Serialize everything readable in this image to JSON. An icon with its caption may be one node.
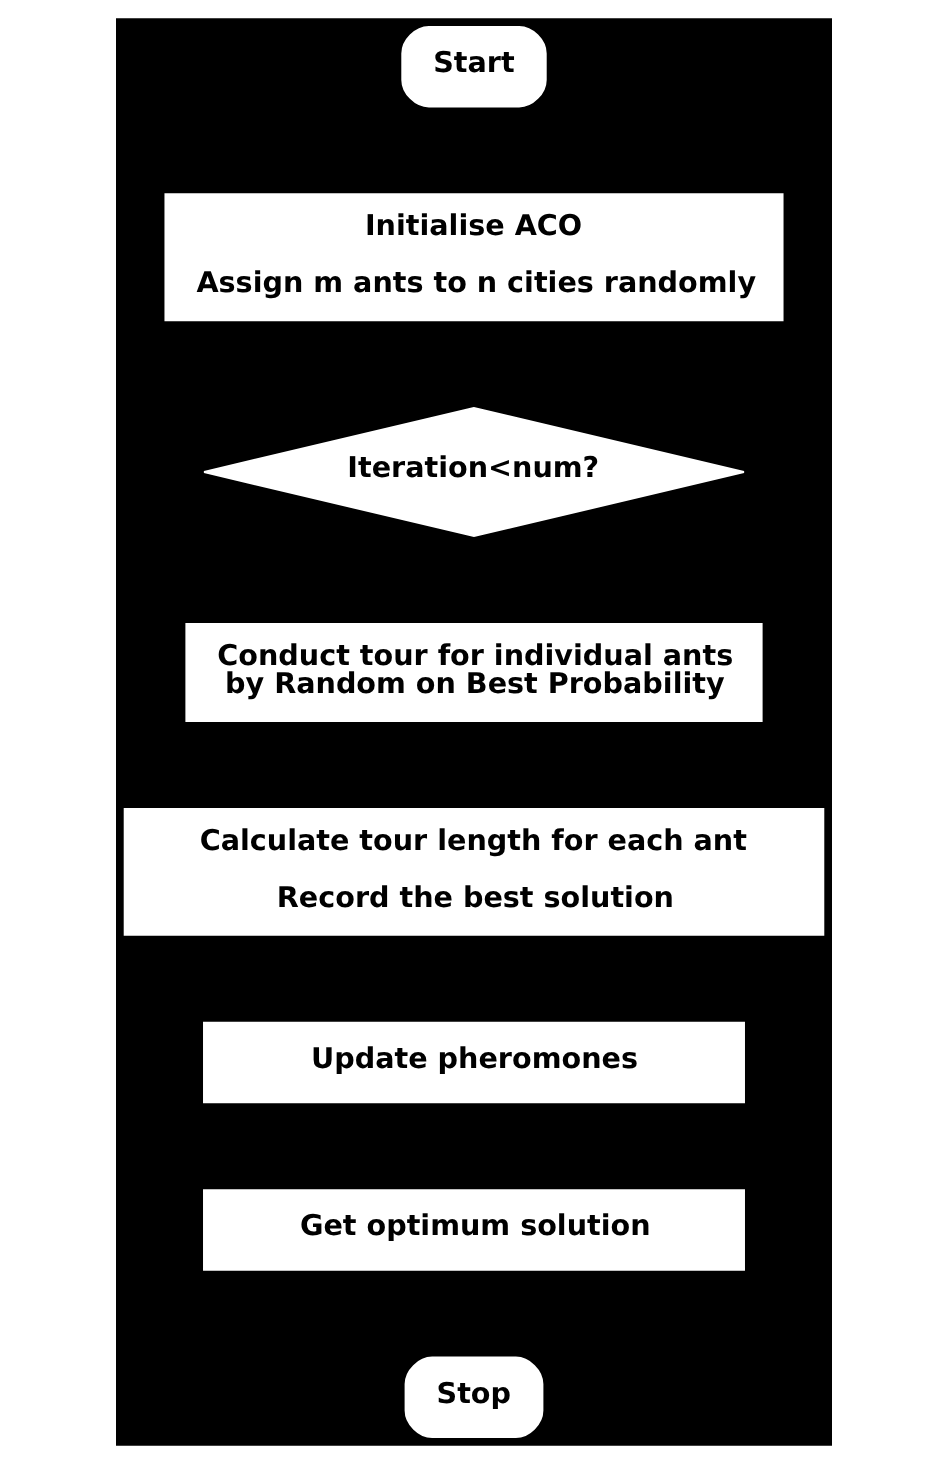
{
  "diagram": {
    "nodes": [
      {
        "text": [
          "Start"
        ]
      },
      {
        "text": [
          "Initialise ACO",
          "Assign m ants to n cities randomly"
        ]
      },
      {
        "text": [
          "Iteration<num?"
        ]
      },
      {
        "text": [
          "Conduct tour for individual ants by Random on Best Probability"
        ]
      },
      {
        "text": [
          "Calculate tour length for each ant",
          "Record the best solution"
        ]
      },
      {
        "text": [
          "Update pheromones"
        ]
      },
      {
        "text": [
          "Get optimum solution"
        ]
      },
      {
        "text": [
          "Stop"
        ]
      }
    ]
  }
}
